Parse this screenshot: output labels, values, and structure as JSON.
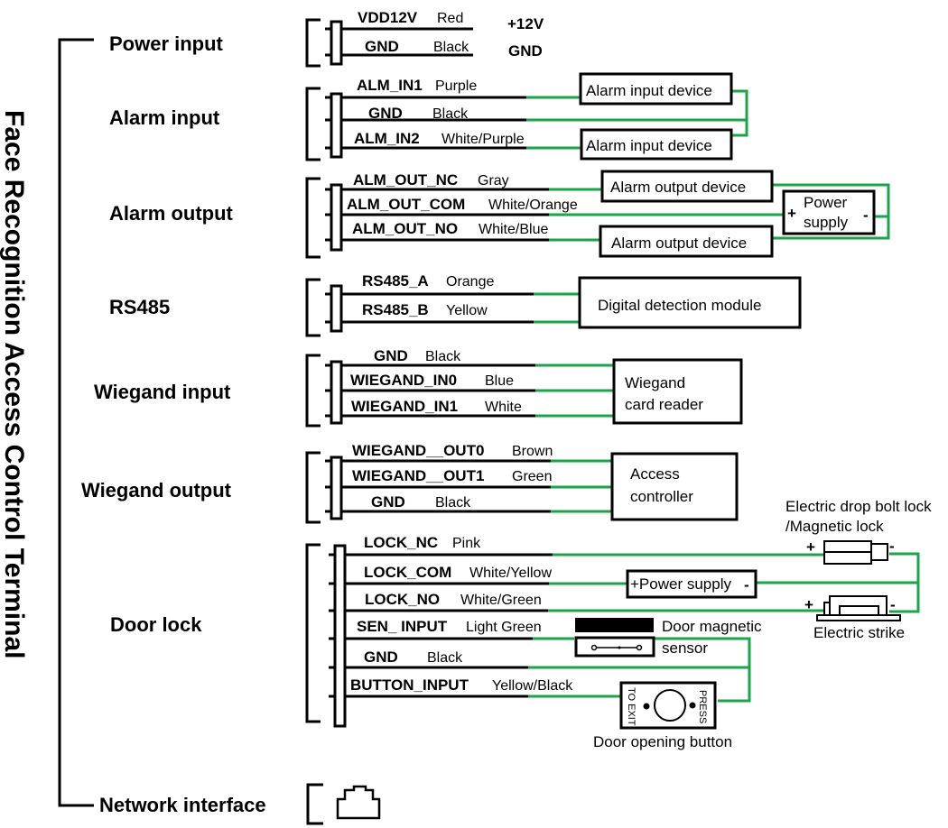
{
  "title": "Face Recognition Access Control Terminal",
  "colors": {
    "wire_connected": "#1aa548",
    "wire": "#000000"
  },
  "groups": {
    "power_input": {
      "label": "Power input",
      "pins": [
        {
          "name": "VDD12V",
          "color": "Red",
          "signal": "+12V"
        },
        {
          "name": "GND",
          "color": "Black",
          "signal": "GND"
        }
      ]
    },
    "alarm_input": {
      "label": "Alarm input",
      "pins": [
        {
          "name": "ALM_IN1",
          "color": "Purple"
        },
        {
          "name": "GND",
          "color": "Black"
        },
        {
          "name": "ALM_IN2",
          "color": "White/Purple"
        }
      ],
      "devices": [
        "Alarm input device",
        "Alarm input device"
      ]
    },
    "alarm_output": {
      "label": "Alarm output",
      "pins": [
        {
          "name": "ALM_OUT_NC",
          "color": "Gray"
        },
        {
          "name": "ALM_OUT_COM",
          "color": "White/Orange"
        },
        {
          "name": "ALM_OUT_NO",
          "color": "White/Blue"
        }
      ],
      "devices": [
        "Alarm output device",
        "Alarm output device"
      ],
      "power_supply": {
        "line1": "Power",
        "line2": "supply",
        "plus": "+",
        "minus": "-"
      }
    },
    "rs485": {
      "label": "RS485",
      "pins": [
        {
          "name": "RS485_A",
          "color": "Orange"
        },
        {
          "name": "RS485_B",
          "color": "Yellow"
        }
      ],
      "device": "Digital detection module"
    },
    "wiegand_input": {
      "label": "Wiegand input",
      "pins": [
        {
          "name": "GND",
          "color": "Black"
        },
        {
          "name": "WIEGAND_IN0",
          "color": "Blue"
        },
        {
          "name": "WIEGAND_IN1",
          "color": "White"
        }
      ],
      "device": {
        "line1": "Wiegand",
        "line2": "card reader"
      }
    },
    "wiegand_output": {
      "label": "Wiegand output",
      "pins": [
        {
          "name": "WIEGAND__OUT0",
          "color": "Brown"
        },
        {
          "name": "WIEGAND__OUT1",
          "color": "Green"
        },
        {
          "name": "GND",
          "color": "Black"
        }
      ],
      "device": {
        "line1": "Access",
        "line2": "controller"
      }
    },
    "door_lock": {
      "label": "Door lock",
      "pins": [
        {
          "name": "LOCK_NC",
          "color": "Pink"
        },
        {
          "name": "LOCK_COM",
          "color": "White/Yellow"
        },
        {
          "name": "LOCK_NO",
          "color": "White/Green"
        },
        {
          "name": "SEN_ INPUT",
          "color": "Light Green"
        },
        {
          "name": "GND",
          "color": "Black"
        },
        {
          "name": "BUTTON_INPUT",
          "color": "Yellow/Black"
        }
      ],
      "drop_bolt": {
        "line1": "Electric drop bolt lock",
        "line2": "/Magnetic lock",
        "plus": "+",
        "minus": "-"
      },
      "power_supply": {
        "label": "+Power supply",
        "minus": "-"
      },
      "strike": {
        "label": "Electric strike",
        "plus": "+",
        "minus": "-"
      },
      "magnetic_sensor": {
        "line1": "Door magnetic",
        "line2": "sensor"
      },
      "exit_button": {
        "label": "Door opening button",
        "left": "TO EXIT",
        "right": "PRESS"
      }
    },
    "network": {
      "label": "Network interface",
      "icon": "rj45-port-icon"
    }
  }
}
